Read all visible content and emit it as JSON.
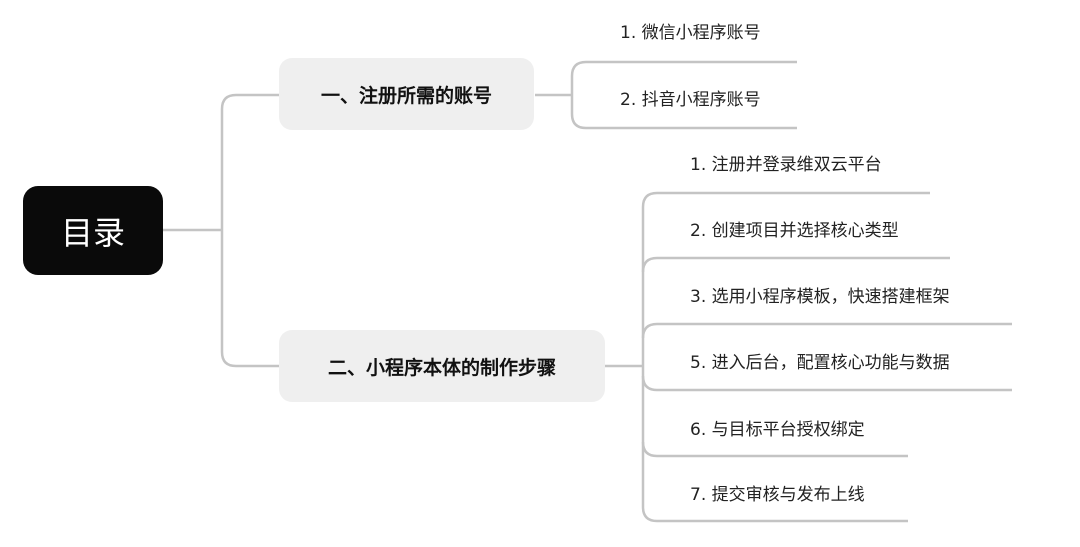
{
  "root": {
    "label": "目录"
  },
  "branches": [
    {
      "label": "一、注册所需的账号",
      "items": [
        "1. 微信小程序账号",
        "2. 抖音小程序账号"
      ]
    },
    {
      "label": "二、小程序本体的制作步骤",
      "items": [
        "1. 注册并登录维双云平台",
        "2. 创建项目并选择核心类型",
        "3. 选用小程序模板，快速搭建框架",
        "5. 进入后台，配置核心功能与数据",
        "6. 与目标平台授权绑定",
        "7. 提交审核与发布上线"
      ]
    }
  ],
  "colors": {
    "root_bg": "#0a0a0a",
    "branch_bg": "#efefef",
    "connector": "#c4c4c4"
  }
}
